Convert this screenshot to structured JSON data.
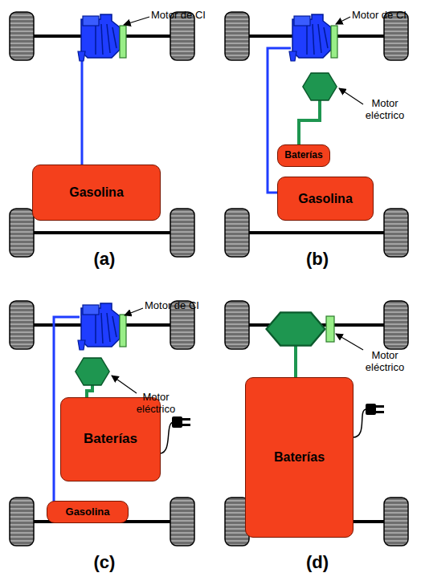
{
  "diagram": {
    "nodes": [
      {
        "text": [
          "Gasolina"
        ]
      },
      {
        "text": [
          "Baterías"
        ]
      },
      {
        "text": [
          "Gasolina"
        ]
      },
      {
        "text": [
          "Baterías"
        ]
      },
      {
        "text": [
          "Gasolina"
        ]
      },
      {
        "text": [
          "Baterías"
        ]
      }
    ],
    "labels": [
      "Motor de CI",
      "Motor de CI",
      "Motor eléctrico",
      "(a)",
      "(b)",
      "Motor de CI",
      "Motor eléctrico",
      "Motor eléctrico",
      "(c)",
      "(d)"
    ]
  }
}
